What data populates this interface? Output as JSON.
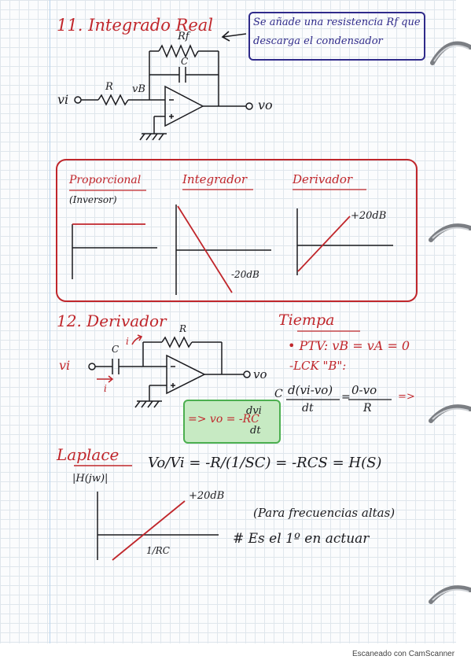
{
  "section11": {
    "title": "11. Integrado Real",
    "note_line1": "Se añade una resistencia Rf que",
    "note_line2": "descarga el condensador",
    "labels": {
      "rf": "Rf",
      "c": "C",
      "r": "R",
      "vb": "vB",
      "vi": "vi",
      "vo": "vo"
    }
  },
  "response_box": {
    "proportional_title": "Proporcional",
    "proportional_sub": "(Inversor)",
    "integrator_title": "Integrador",
    "integrator_slope": "-20dB",
    "derivative_title": "Derivador",
    "derivative_slope": "+20dB"
  },
  "section12": {
    "title": "12. Derivador",
    "labels": {
      "r": "R",
      "c": "C",
      "i_top": "i",
      "i_bot": "i",
      "vi": "vi",
      "vo": "vo"
    },
    "tiempa_title": "Tiempa",
    "ptv": "• PTV: vB = vA = 0",
    "lck": "-LCK \"B\":",
    "eq_c": "C",
    "eq_num": "d(vi-vo)",
    "eq_den": "dt",
    "eq_eq": "=",
    "eq_num2": "0-vo",
    "eq_den2": "R",
    "eq_arrow": "=>",
    "result_prefix": "=> vo = -RC",
    "result_num": "dvi",
    "result_den": "dt"
  },
  "laplace": {
    "title": "Laplace",
    "transfer": "Vo/Vi = -R/(1/SC) = -RCS = H(S)",
    "ylabel": "|H(jw)|",
    "slope": "+20dB",
    "corner": "1/RC",
    "note1": "(Para frecuencias altas)",
    "note2": "# Es el 1º en actuar"
  },
  "footer": "Escaneado con CamScanner",
  "colors": {
    "red": "#c0262b",
    "blue": "#2f2a8a",
    "green": "#4caf50",
    "ink": "#1b1b1f"
  }
}
